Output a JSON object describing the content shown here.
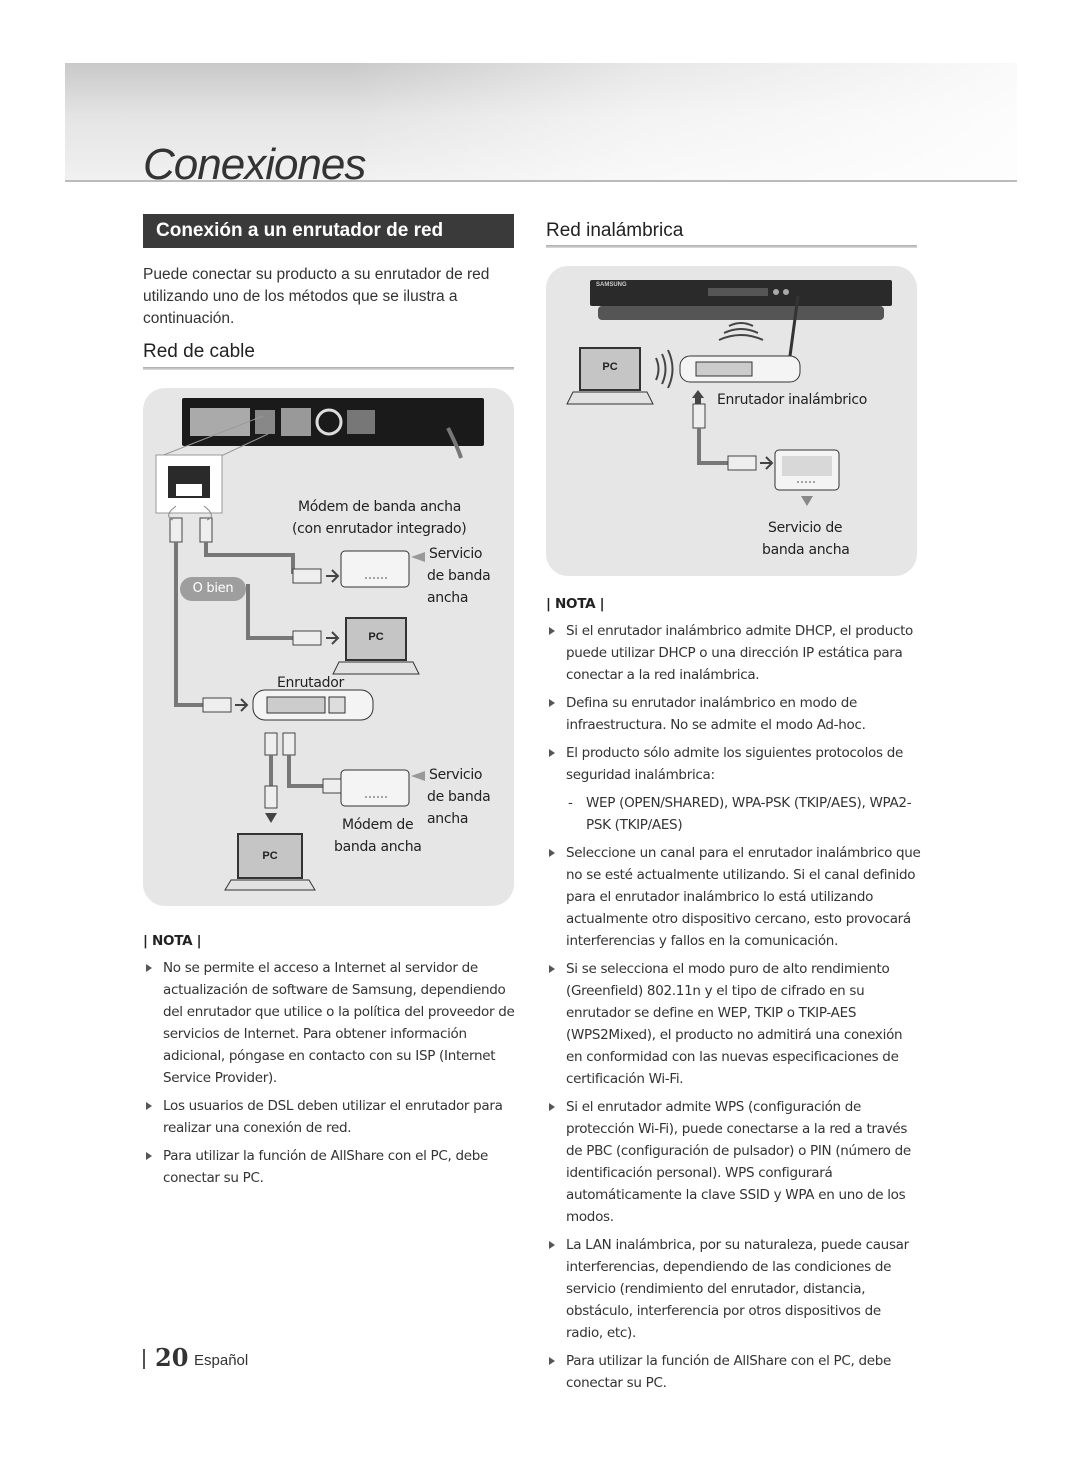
{
  "header": {
    "chapter_title": "Conexiones"
  },
  "left": {
    "section_title": "Conexión a un enrutador de red",
    "intro": "Puede conectar su producto a su enrutador de red utilizando uno de los métodos que se ilustra a continuación.",
    "wired_title": "Red de cable",
    "diagram": {
      "modem_label_1": "Módem de banda ancha",
      "modem_label_2": "(con enrutador integrado)",
      "service_1": "Servicio",
      "service_2": "de banda",
      "service_3": "ancha",
      "or_badge": "O bien",
      "pc": "PC",
      "router": "Enrutador",
      "modem_b_1": "Módem de",
      "modem_b_2": "banda ancha"
    },
    "note_label": "| NOTA |",
    "notes": [
      "No se permite el acceso a Internet al servidor de actualización de software de Samsung, dependiendo del enrutador que utilice o la política del proveedor de servicios de Internet. Para obtener información adicional, póngase en contacto con su ISP (Internet Service Provider).",
      "Los usuarios de DSL deben utilizar el enrutador para realizar una conexión de red.",
      "Para utilizar la función de AllShare con el PC, debe conectar su PC."
    ]
  },
  "right": {
    "wireless_title": "Red inalámbrica",
    "diagram": {
      "brand": "SAMSUNG",
      "pc": "PC",
      "wireless_router": "Enrutador inalámbrico",
      "service_1": "Servicio de",
      "service_2": "banda ancha"
    },
    "note_label": "| NOTA |",
    "notes": [
      "Si el enrutador inalámbrico admite DHCP, el producto puede utilizar DHCP o una dirección IP estática para conectar a la red inalámbrica.",
      "Defina su enrutador inalámbrico en modo de infraestructura. No se admite el modo Ad-hoc.",
      "El producto sólo admite los siguientes protocolos de seguridad inalámbrica:",
      "Seleccione un canal para el enrutador inalámbrico que no se esté actualmente utilizando. Si el canal definido para el enrutador inalámbrico lo está utilizando actualmente otro dispositivo cercano, esto provocará interferencias y fallos en la comunicación.",
      "Si se selecciona el modo puro de alto rendimiento (Greenfield) 802.11n y el tipo de cifrado en su enrutador se define en WEP, TKIP o TKIP-AES (WPS2Mixed), el producto no admitirá una conexión en conformidad con las nuevas especificaciones de certificación Wi-Fi.",
      "Si el enrutador admite WPS (configuración de protección Wi-Fi), puede conectarse a la red a través de PBC (configuración de pulsador) o PIN (número de identificación personal). WPS configurará automáticamente la clave SSID y WPA en uno de los modos.",
      "La LAN inalámbrica, por su naturaleza, puede causar interferencias, dependiendo de las condiciones de servicio (rendimiento del enrutador, distancia, obstáculo, interferencia por otros dispositivos de radio, etc).",
      "Para utilizar la función de AllShare con el PC, debe conectar su PC."
    ],
    "protocols": "WEP (OPEN/SHARED), WPA-PSK (TKIP/AES), WPA2-PSK (TKIP/AES)"
  },
  "footer": {
    "page_number": "20",
    "language": "Español"
  }
}
